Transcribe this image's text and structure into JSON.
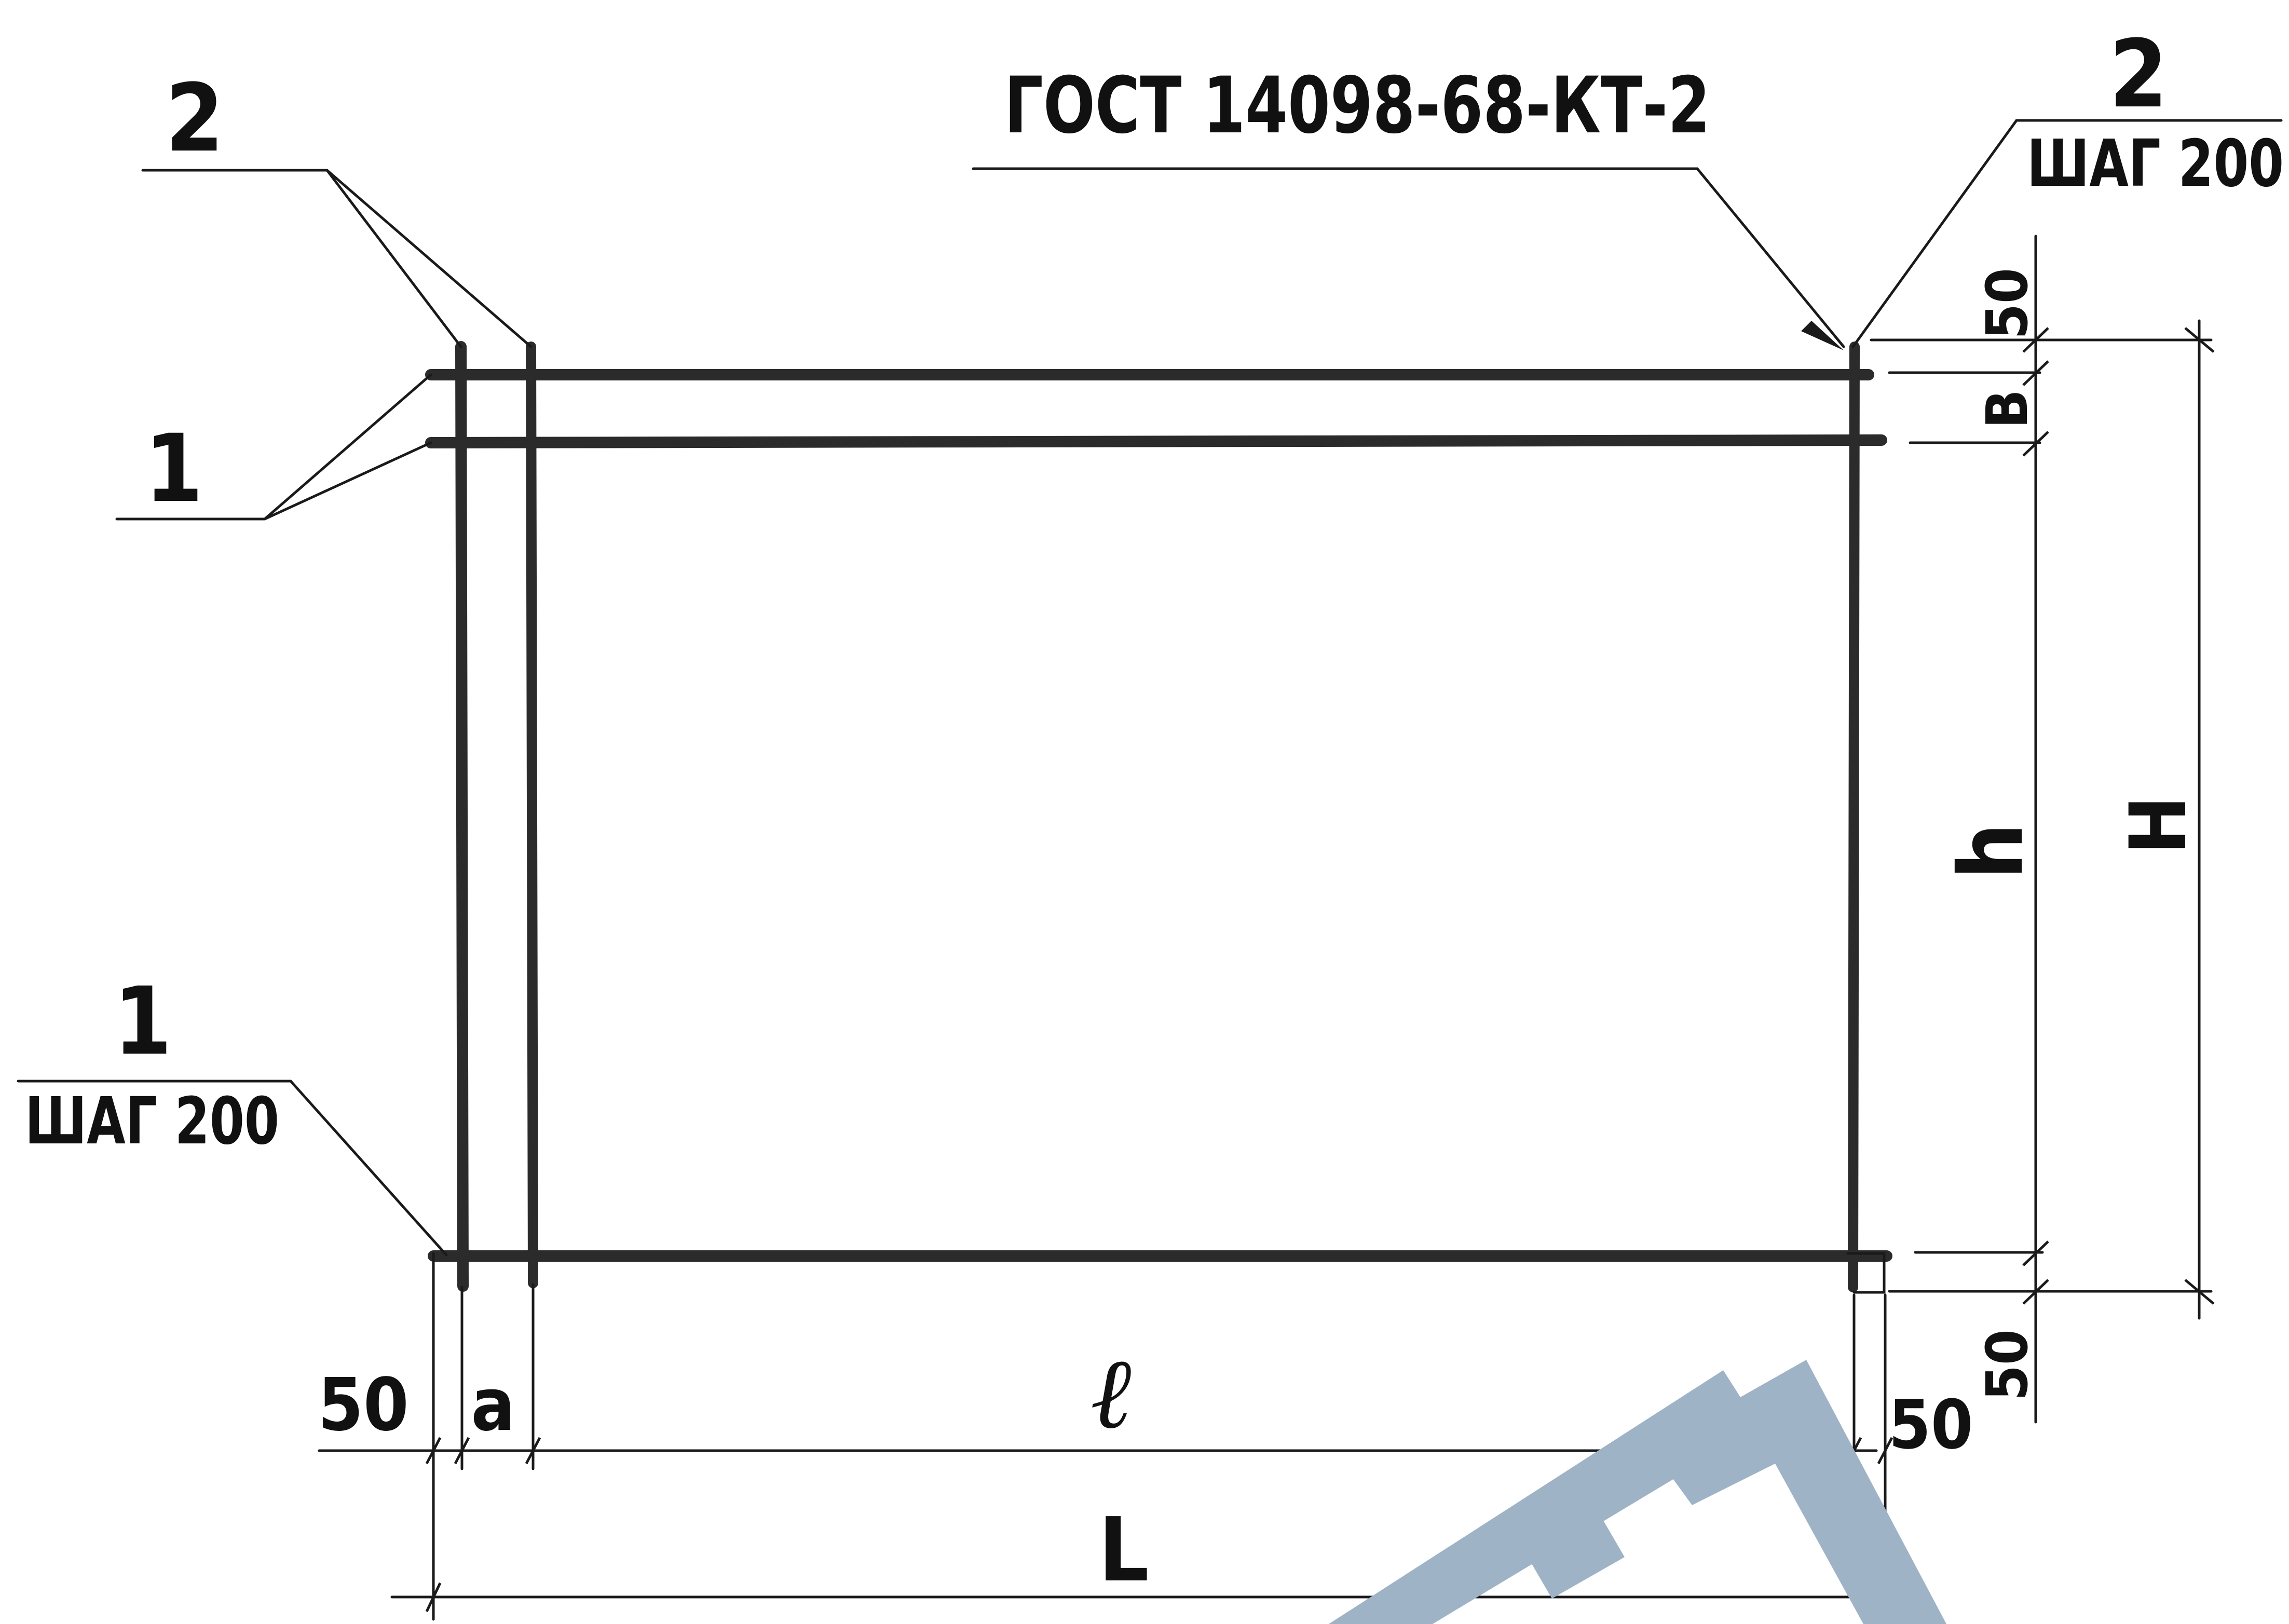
{
  "drawing": {
    "callouts": {
      "gost": "ГОСТ 14098-68-КТ-2",
      "left_top_mark": "2",
      "left_bar_mark": "1",
      "right_top_mark": "2",
      "right_top_step": "ШАГ 200",
      "left_bottom_mark": "1",
      "left_bottom_step": "ШАГ 200"
    },
    "dimensions": {
      "top_offset": "50",
      "bar_spacing_b": "В",
      "inner_height": "h",
      "total_height": "H",
      "bottom_offset": "50",
      "left_offset": "50",
      "bar_spacing_a": "a",
      "inner_length": "ℓ",
      "total_length": "L",
      "right_offset": "50"
    }
  },
  "colors": {
    "line": "#1a1a1a",
    "bar": "#2b2b2b",
    "watermark": "#9fb3c6"
  }
}
